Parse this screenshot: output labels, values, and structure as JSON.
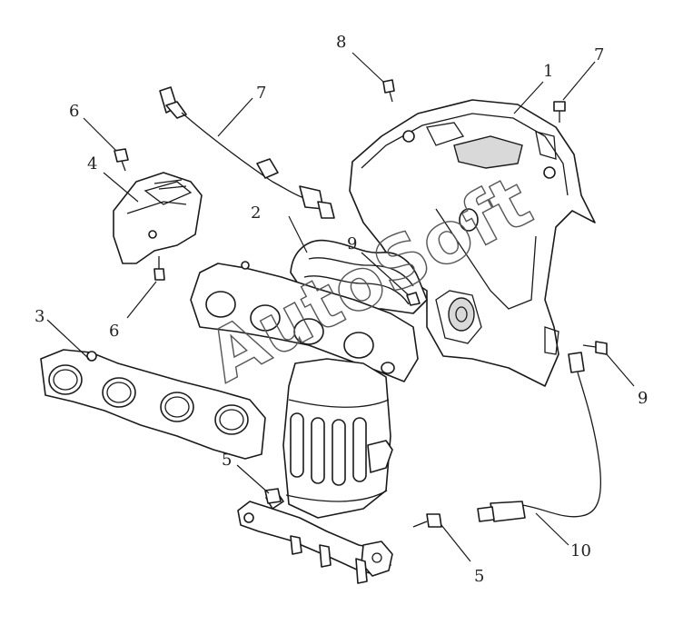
{
  "watermark": "AutoSoft",
  "callouts": {
    "c1": "1",
    "c2": "2",
    "c3": "3",
    "c4": "4",
    "c5a": "5",
    "c5b": "5",
    "c6a": "6",
    "c6b": "6",
    "c7a": "7",
    "c7b": "7",
    "c8": "8",
    "c9a": "9",
    "c9b": "9",
    "c10": "10"
  }
}
